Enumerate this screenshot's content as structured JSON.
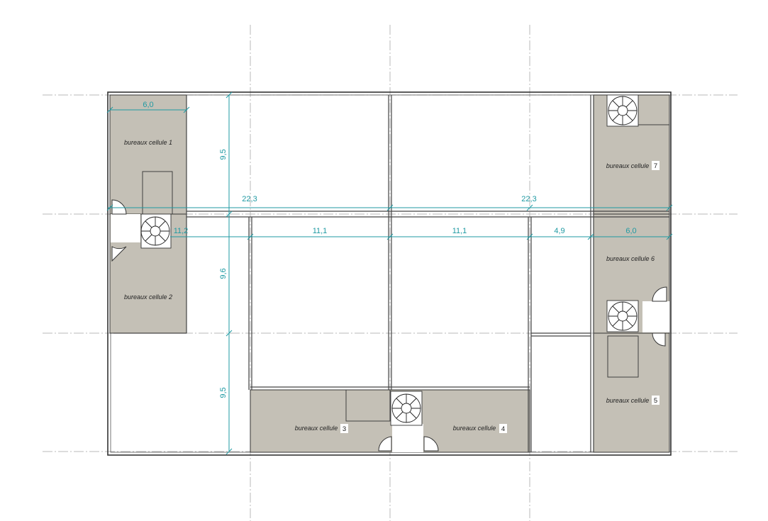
{
  "colors": {
    "office_fill": "#c4c0b6",
    "dimension": "#1f9aa3",
    "grid": "#b8b8b8",
    "wall": "#333333"
  },
  "offices": [
    {
      "label": "bureaux cellule 1",
      "number": ""
    },
    {
      "label": "bureaux cellule 2",
      "number": ""
    },
    {
      "label": "bureaux cellule",
      "number": "3"
    },
    {
      "label": "bureaux cellule",
      "number": "4"
    },
    {
      "label": "bureaux cellule",
      "number": "5"
    },
    {
      "label": "bureaux cellule 6",
      "number": ""
    },
    {
      "label": "bureaux cellule",
      "number": "7"
    }
  ],
  "dimensions": {
    "left_width": "6,0",
    "right_width": "6,0",
    "span_left": "22,3",
    "span_right": "22,3",
    "bay_left": "11,2",
    "bay_1": "11,1",
    "bay_2": "11,1",
    "bay_right": "4,9",
    "height_top": "9,5",
    "height_mid": "9,6",
    "height_bottom": "9,5"
  },
  "icons": [
    "spiral-staircase-icon",
    "door-swing-icon"
  ]
}
